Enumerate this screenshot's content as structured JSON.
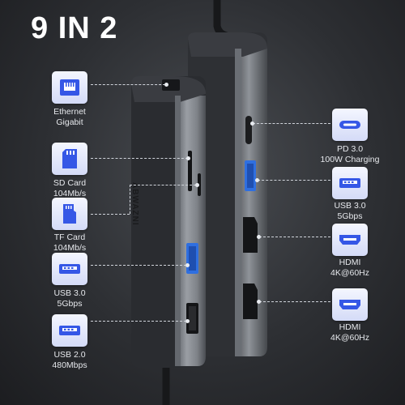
{
  "title": "9 IN 2",
  "brand": "ABWAZNI",
  "ports_left": [
    {
      "lines": [
        "Ethernet",
        "Gigabit"
      ],
      "icon": "ethernet-icon"
    },
    {
      "lines": [
        "SD Card",
        "104Mb/s"
      ],
      "icon": "sd-card-icon"
    },
    {
      "lines": [
        "TF Card",
        "104Mb/s"
      ],
      "icon": "tf-card-icon"
    },
    {
      "lines": [
        "USB 3.0",
        "5Gbps"
      ],
      "icon": "usb-icon"
    },
    {
      "lines": [
        "USB 2.0",
        "480Mbps"
      ],
      "icon": "usb-icon"
    }
  ],
  "ports_right": [
    {
      "lines": [
        "PD 3.0",
        "100W Charging"
      ],
      "icon": "usb-c-icon"
    },
    {
      "lines": [
        "USB 3.0",
        "5Gbps"
      ],
      "icon": "usb-icon"
    },
    {
      "lines": [
        "HDMI",
        "4K@60Hz"
      ],
      "icon": "hdmi-icon"
    },
    {
      "lines": [
        "HDMI",
        "4K@60Hz"
      ],
      "icon": "hdmi-icon"
    }
  ],
  "colors": {
    "background": "#2d2f33",
    "icon_blue": "#3557e6",
    "hub_body": "#8d9197",
    "port_blue": "#2f6fe0"
  }
}
